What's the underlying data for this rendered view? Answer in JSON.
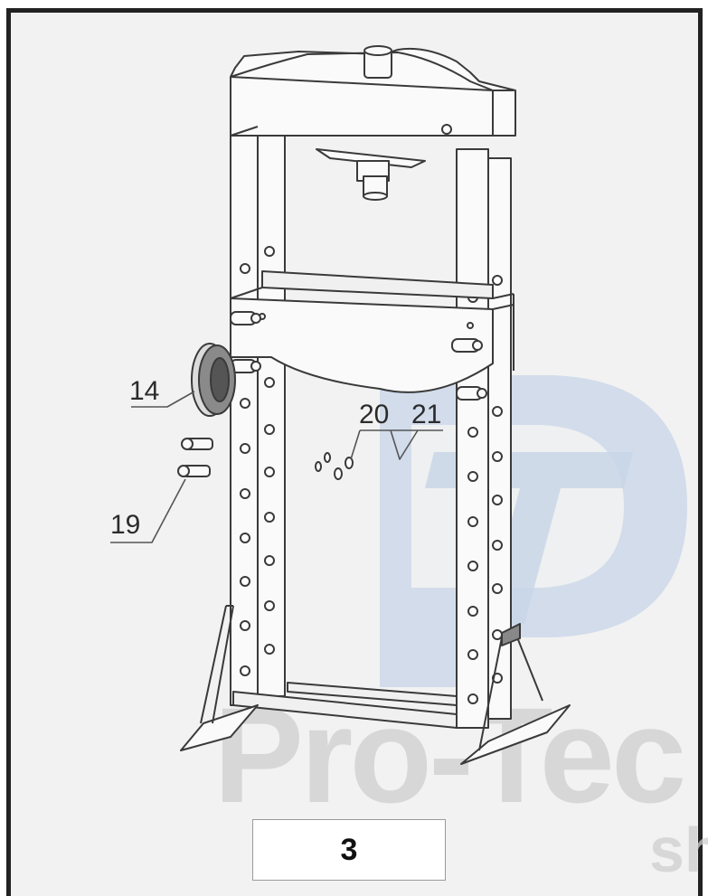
{
  "figure": {
    "number": "3",
    "callouts": [
      "14",
      "19",
      "20",
      "21"
    ]
  },
  "watermark": {
    "text": "Pro-Tec",
    "subtext": "sh",
    "logo_color": "#c9d6e8",
    "text_color": "#cfcfcf"
  },
  "colors": {
    "background": "#f2f2f2",
    "line": "#3a3a3a",
    "frame": "#222222"
  }
}
